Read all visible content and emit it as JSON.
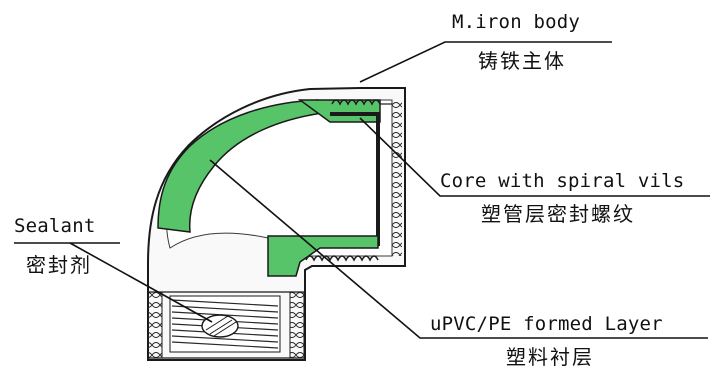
{
  "labels": {
    "iron_body": {
      "en": "M.iron body",
      "zh": "铸铁主体"
    },
    "core": {
      "en": "Core with spiral vils",
      "zh": "塑管层密封螺纹"
    },
    "sealant": {
      "en": "Sealant",
      "zh": "密封剂"
    },
    "layer": {
      "en": "uPVC/PE formed Layer",
      "zh": "塑料衬层"
    }
  },
  "colors": {
    "body_fill": "#f7f7f7",
    "body_stroke": "#1a1a1a",
    "liner_fill": "#58c46a",
    "leader_line": "#111111"
  }
}
